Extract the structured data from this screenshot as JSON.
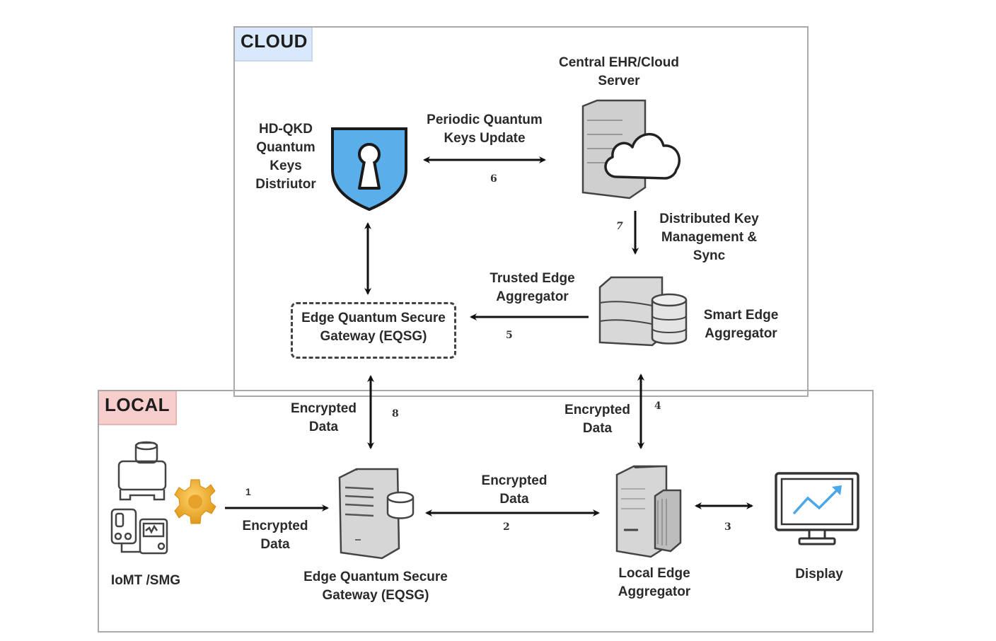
{
  "zones": {
    "cloud": {
      "label": "CLOUD",
      "color": "#dae8fc"
    },
    "local": {
      "label": "LOCAL",
      "color": "#f8cecc"
    }
  },
  "nodes": {
    "hdqkd": {
      "label_lines": [
        "HD-QKD",
        "Quantum",
        "Keys",
        "Distriutor"
      ],
      "icon": "shield-keyhole-icon",
      "color": "#5aaeea"
    },
    "central_server": {
      "label_lines": [
        "Central EHR/Cloud",
        "Server"
      ],
      "icon": "cloud-server-icon"
    },
    "smart_edge": {
      "label_lines": [
        "Smart Edge",
        "Aggregator"
      ],
      "icon": "server-database-icon"
    },
    "eqsg_cloud": {
      "label_lines": [
        "Edge Quantum Secure",
        "Gateway (EQSG)"
      ]
    },
    "iomt": {
      "label": "IoMT /SMG",
      "icon": "medical-devices-icon"
    },
    "eqsg_local": {
      "label_lines": [
        "Edge Quantum Secure",
        "Gateway (EQSG)"
      ],
      "icon": "server-database-icon"
    },
    "local_edge": {
      "label_lines": [
        "Local Edge",
        "Aggregator"
      ],
      "icon": "server-tower-icon"
    },
    "display": {
      "label": "Display",
      "icon": "monitor-chart-icon",
      "accent": "#4aa8e8"
    }
  },
  "edges": [
    {
      "id": "1",
      "label_lines": [
        "Encrypted",
        "Data"
      ],
      "from": "IoMT /SMG",
      "to": "EQSG (local)",
      "direction": "forward"
    },
    {
      "id": "2",
      "label_lines": [
        "Encrypted",
        "Data"
      ],
      "from": "EQSG (local)",
      "to": "Local Edge Aggregator",
      "direction": "both"
    },
    {
      "id": "3",
      "label_lines": [],
      "from": "Local Edge Aggregator",
      "to": "Display",
      "direction": "both"
    },
    {
      "id": "4",
      "label_lines": [
        "Encrypted",
        "Data"
      ],
      "from": "Local Edge Aggregator",
      "to": "Smart Edge Aggregator",
      "direction": "both"
    },
    {
      "id": "5",
      "label_lines": [
        "Trusted Edge",
        "Aggregator"
      ],
      "from": "Smart Edge Aggregator",
      "to": "EQSG (cloud)",
      "direction": "forward"
    },
    {
      "id": "6",
      "label_lines": [
        "Periodic Quantum",
        "Keys Update"
      ],
      "from": "HD-QKD",
      "to": "Central EHR/Cloud Server",
      "direction": "both"
    },
    {
      "id": "7",
      "label_lines": [
        "Distributed Key",
        "Management &",
        "Sync"
      ],
      "from": "Central EHR/Cloud Server",
      "to": "Smart Edge Aggregator",
      "direction": "forward"
    },
    {
      "id": "8",
      "label_lines": [
        "Encrypted",
        "Data"
      ],
      "from": "EQSG (cloud)",
      "to": "EQSG (local)",
      "direction": "both"
    },
    {
      "id": "",
      "label_lines": [],
      "from": "HD-QKD",
      "to": "EQSG (cloud)",
      "direction": "both"
    }
  ]
}
